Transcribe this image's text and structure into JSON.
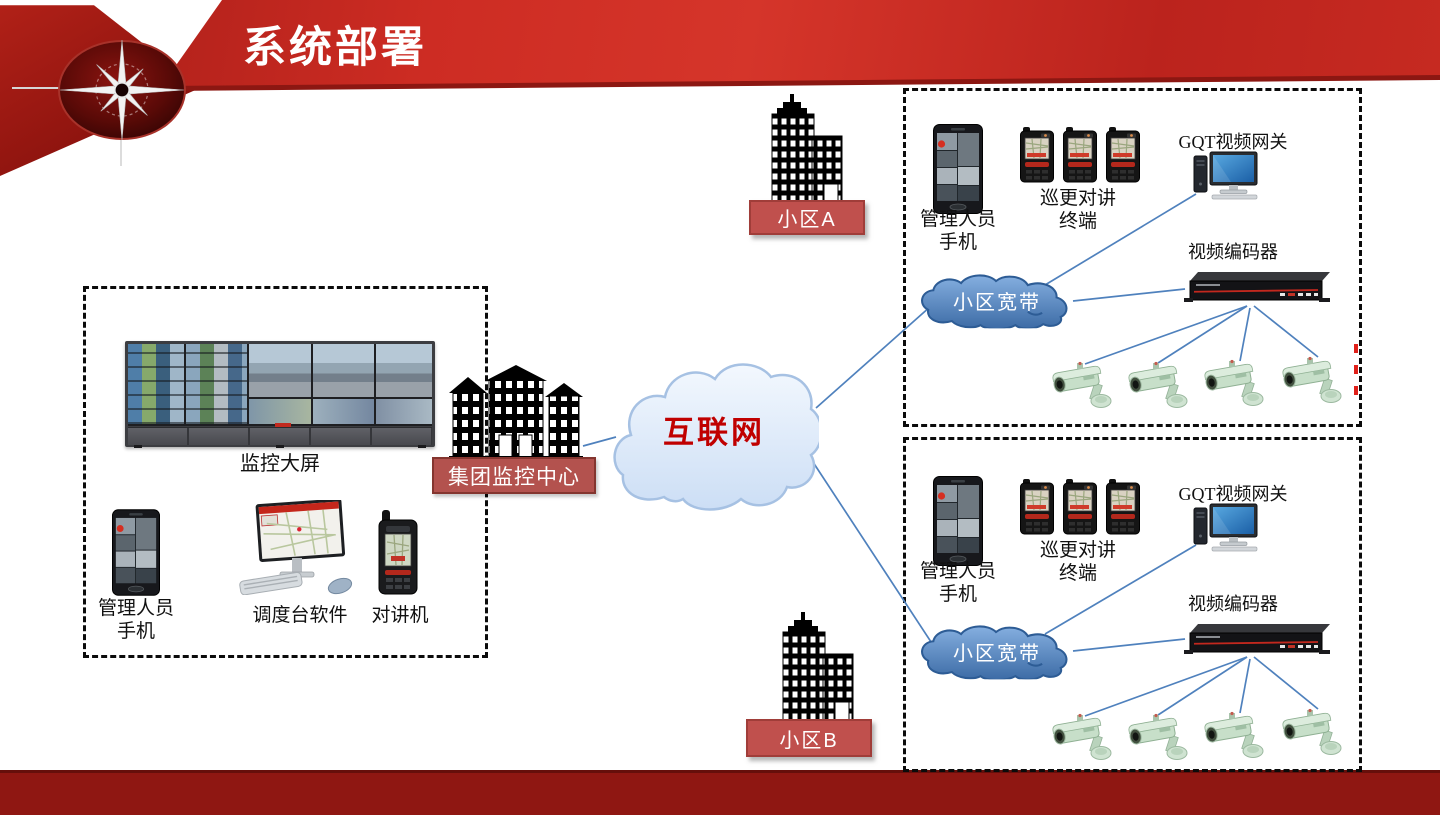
{
  "header": {
    "title": "系统部署"
  },
  "colors": {
    "banner_red": "#c62a21",
    "footer_red": "#8f1712",
    "hq_badge_red": "#b3524e",
    "zone_badge_red": "#c0504d",
    "connection_line_blue": "#4f81bd",
    "broadband_cloud_blue": "#4a7ab5",
    "internet_text_red": "#c00000"
  },
  "center": {
    "internet_label": "互联网",
    "hq_badge": "集团监控中心"
  },
  "control_room": {
    "wall_label": "监控大屏",
    "admin_phone_line1": "管理人员",
    "admin_phone_line2": "手机",
    "dispatch_label": "调度台软件",
    "intercom_label": "对讲机"
  },
  "community_site": {
    "admin_phone_line1": "管理人员",
    "admin_phone_line2": "手机",
    "patrol_line1": "巡更对讲",
    "patrol_line2": "终端",
    "gateway_label": "GQT视频网关",
    "encoder_label": "视频编码器",
    "broadband_label": "小区宽带"
  },
  "zones": {
    "a_badge": "小区A",
    "b_badge": "小区B"
  }
}
